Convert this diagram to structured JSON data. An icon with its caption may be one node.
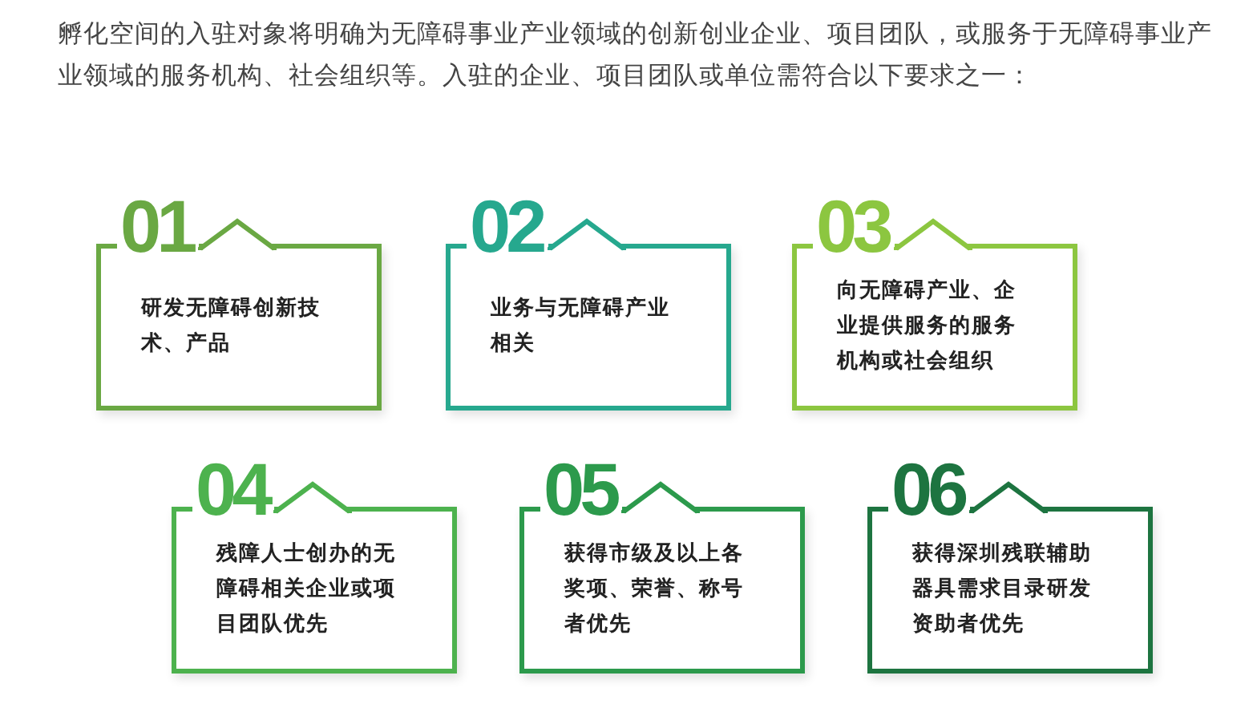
{
  "diagram": {
    "nodes": [
      {
        "text": [
          "01",
          "研发无障碍创新技术、产品"
        ]
      },
      {
        "text": [
          "02",
          "业务与无障碍产业相关"
        ]
      },
      {
        "text": [
          "03",
          "向无障碍产业、企业提供服务的服务机构或社会组织"
        ]
      },
      {
        "text": [
          "04",
          "残障人士创办的无障碍相关企业或项目团队优先"
        ]
      },
      {
        "text": [
          "05",
          "获得市级及以上各奖项、荣誉、称号者优先"
        ]
      },
      {
        "text": [
          "06",
          "获得深圳残联辅助器具需求目录研发资助者优先"
        ]
      }
    ],
    "labels": [
      "孵化空间的入驻对象将明确为无障碍事业产业领域的创新创业企业、项目团队，或服务于无障碍事业产业领域的服务机构、社会组织等。入驻的企业、项目团队或单位需符合以下要求之一："
    ]
  }
}
